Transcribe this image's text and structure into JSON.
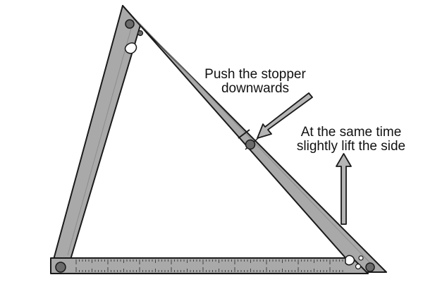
{
  "annotations": {
    "push_line1": "Push the stopper",
    "push_line2": "downwards",
    "lift_line1": "At the same time",
    "lift_line2": "slightly lift the side"
  },
  "colors": {
    "arm_fill": "#a9a9a9",
    "outline": "#1a1a1a",
    "rivet": "#6b6b6b",
    "arrow_fill": "#b5b5b5",
    "background": "#ffffff"
  },
  "icons": {
    "push_arrow": "arrow-down-left-icon",
    "lift_arrow": "arrow-up-icon"
  }
}
